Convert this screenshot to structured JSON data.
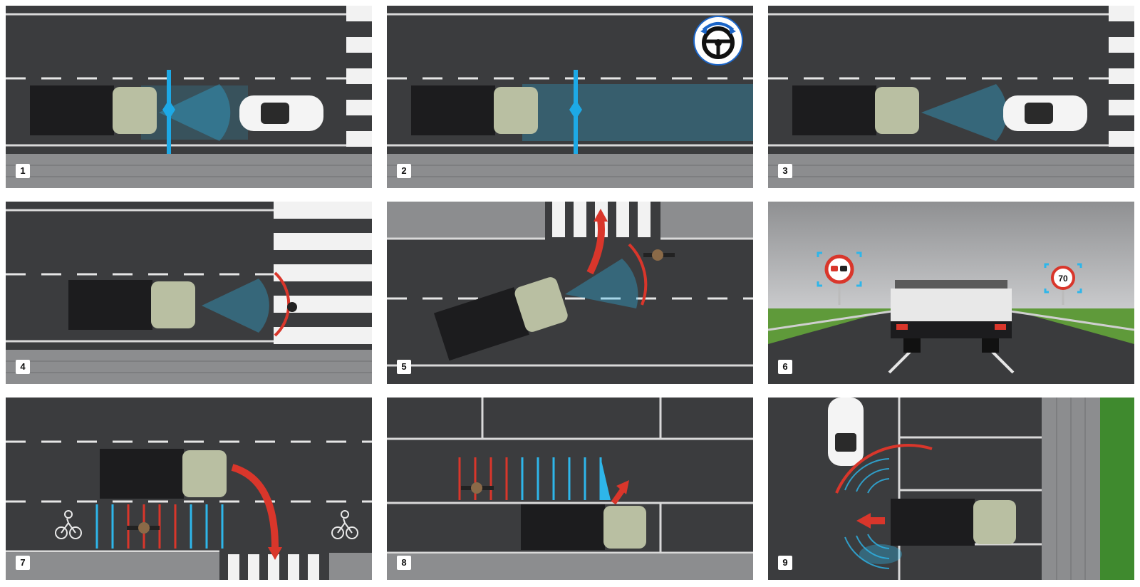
{
  "panels": [
    {
      "number": "1",
      "feature": "truck-car-distance-sensing"
    },
    {
      "number": "2",
      "feature": "lane-keeping"
    },
    {
      "number": "3",
      "feature": "front-radar-car"
    },
    {
      "number": "4",
      "feature": "pedestrian-detection"
    },
    {
      "number": "5",
      "feature": "cyclist-turn-detection"
    },
    {
      "number": "6",
      "feature": "traffic-sign-recognition"
    },
    {
      "number": "7",
      "feature": "cyclist-blind-spot-right-turn"
    },
    {
      "number": "8",
      "feature": "cyclist-side-detection"
    },
    {
      "number": "9",
      "feature": "reverse-cross-traffic"
    }
  ],
  "signs": {
    "speed_limit": "70"
  },
  "colors": {
    "road": "#3a3b3d",
    "sidewalk": "#8a8b8d",
    "sensor_blue": "#2eb6ea",
    "alert_red": "#d9362b",
    "truck_cab": "#b9bfa2",
    "truck_bed": "#1c1c1e"
  },
  "icons": [
    "steering-wheel-icon",
    "no-overtaking-sign-icon",
    "speed-limit-sign-icon",
    "bicycle-lane-icon"
  ]
}
